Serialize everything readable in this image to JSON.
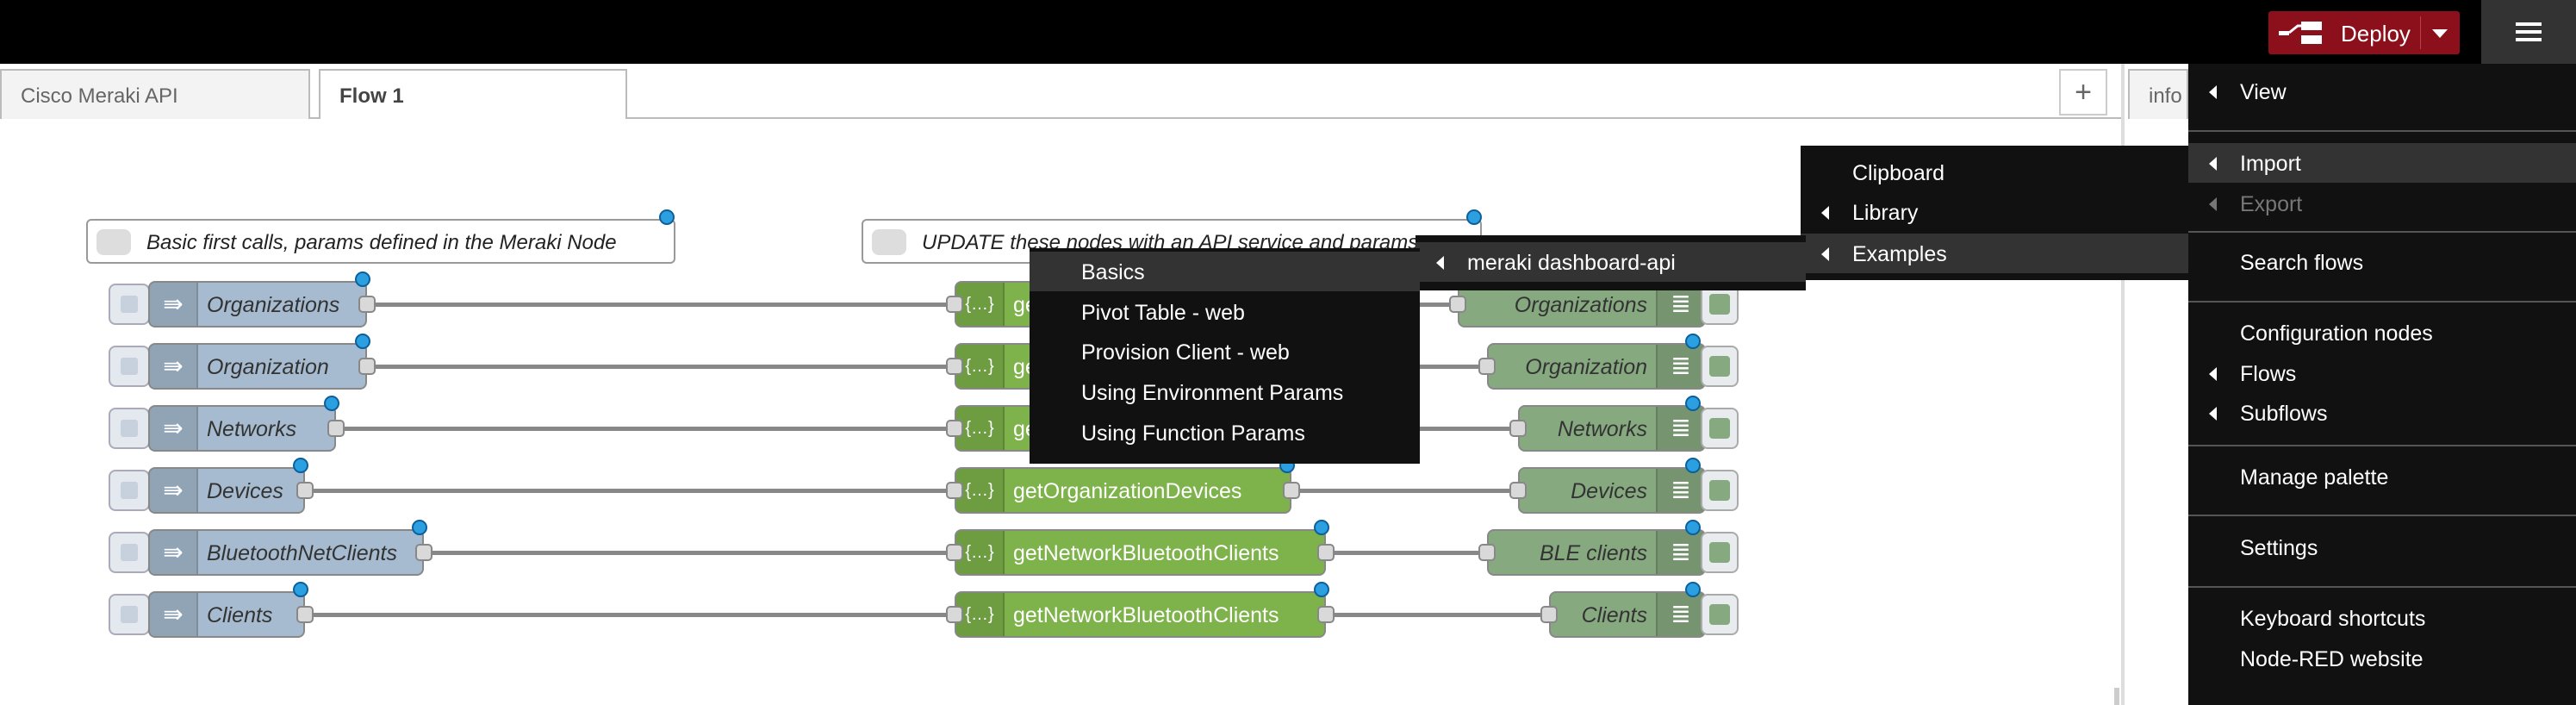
{
  "header": {
    "deploy_label": "Deploy",
    "accent_color": "#8c101c"
  },
  "tabs": [
    {
      "label": "Cisco Meraki API"
    },
    {
      "label": "Flow 1"
    }
  ],
  "add_tab_label": "+",
  "sidebar_tab_label": "info",
  "comments": [
    {
      "text": "Basic first calls, params defined in the Meraki Node"
    },
    {
      "text": "UPDATE these nodes with an API service and params"
    }
  ],
  "inject_nodes": [
    {
      "label": "Organizations"
    },
    {
      "label": "Organization"
    },
    {
      "label": "Networks"
    },
    {
      "label": "Devices"
    },
    {
      "label": "BluetoothNetClients"
    },
    {
      "label": "Clients"
    }
  ],
  "function_nodes": [
    {
      "label": "getOrganizations"
    },
    {
      "label": "getOrganization"
    },
    {
      "label": "getOrganizationNetworks"
    },
    {
      "label": "getOrganizationDevices"
    },
    {
      "label": "getNetworkBluetoothClients"
    },
    {
      "label": "getNetworkBluetoothClients"
    }
  ],
  "debug_nodes": [
    {
      "label": "Organizations"
    },
    {
      "label": "Organization"
    },
    {
      "label": "Networks"
    },
    {
      "label": "Devices"
    },
    {
      "label": "BLE clients"
    },
    {
      "label": "Clients"
    }
  ],
  "main_menu": {
    "items": [
      {
        "label": "View"
      },
      {
        "label": "Import"
      },
      {
        "label": "Export"
      },
      {
        "label": "Search flows"
      },
      {
        "label": "Configuration nodes"
      },
      {
        "label": "Flows"
      },
      {
        "label": "Subflows"
      },
      {
        "label": "Manage palette"
      },
      {
        "label": "Settings"
      },
      {
        "label": "Keyboard shortcuts"
      },
      {
        "label": "Node-RED website"
      }
    ]
  },
  "import_menu": {
    "items": [
      {
        "label": "Clipboard"
      },
      {
        "label": "Library"
      },
      {
        "label": "Examples"
      }
    ]
  },
  "examples_menu": {
    "items": [
      {
        "label": "meraki dashboard-api"
      }
    ]
  },
  "meraki_examples_menu": {
    "items": [
      {
        "label": "Basics"
      },
      {
        "label": "Pivot Table - web"
      },
      {
        "label": "Provision Client - web"
      },
      {
        "label": "Using Environment Params"
      },
      {
        "label": "Using Function Params"
      }
    ]
  }
}
